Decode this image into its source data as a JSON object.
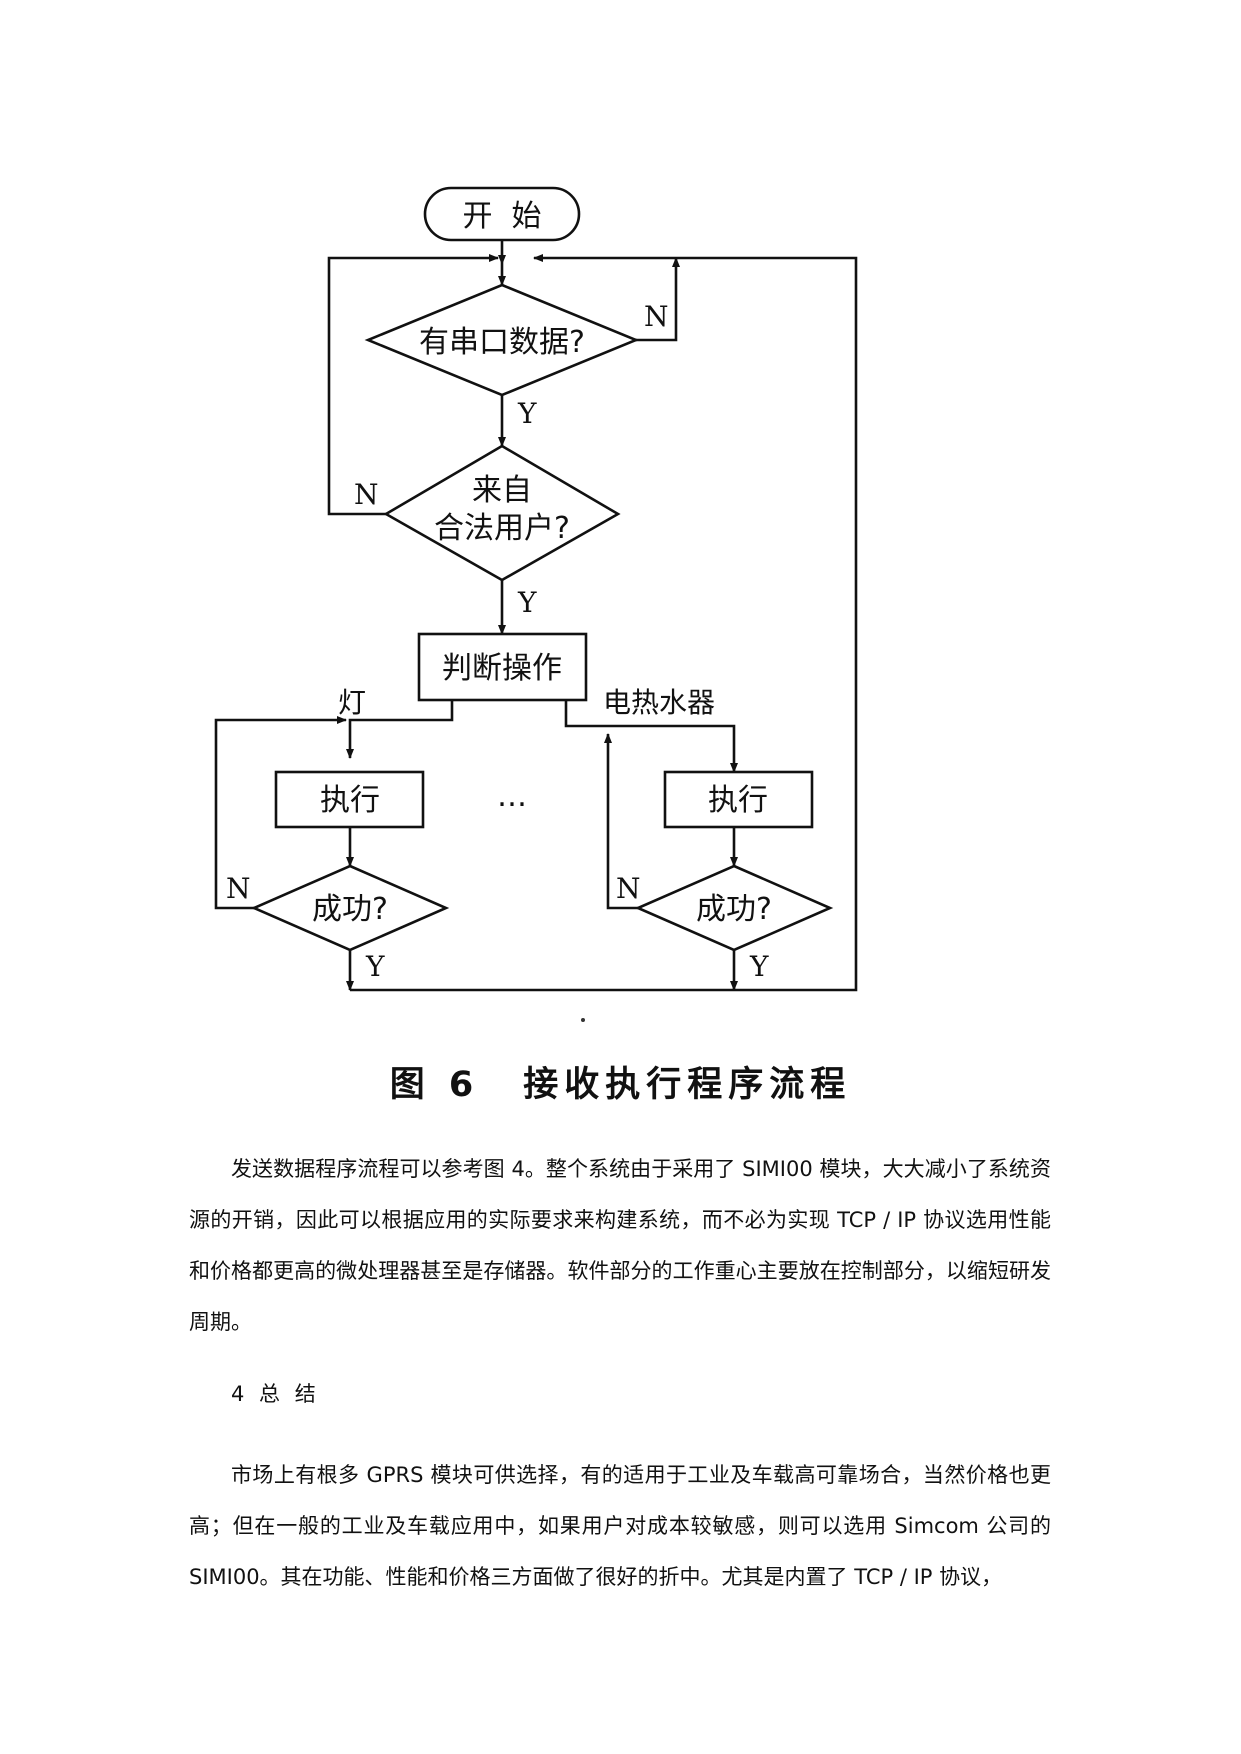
{
  "figure": {
    "nodes": {
      "start": "开  始",
      "has_serial_data": "有串口数据?",
      "legal_user_line1": "来自",
      "legal_user_line2": "合法用户?",
      "judge_op": "判断操作",
      "exec_left": "执行",
      "exec_right": "执行",
      "success_left": "成功?",
      "success_right": "成功?",
      "ellipsis": "…"
    },
    "labels": {
      "yes": "Y",
      "no": "N",
      "branch_lamp": "灯",
      "branch_heater": "电热水器"
    },
    "caption": {
      "number": "图 6",
      "title": "接收执行程序流程"
    }
  },
  "body": {
    "paragraph1": "发送数据程序流程可以参考图 4。整个系统由于采用了 SIMI00 模块，大大减小了系统资源的开销，因此可以根据应用的实际要求来构建系统，而不必为实现 TCP / IP 协议选用性能和价格都更高的微处理器甚至是存储器。软件部分的工作重心主要放在控制部分，以缩短研发周期。",
    "section_heading": "4 总 结",
    "paragraph2": "市场上有根多 GPRS 模块可供选择，有的适用于工业及车载高可靠场合，当然价格也更高；但在一般的工业及车载应用中，如果用户对成本较敏感，则可以选用 Simcom 公司的 SIMI00。其在功能、性能和价格三方面做了很好的折中。尤其是内置了 TCP / IP 协议，"
  }
}
